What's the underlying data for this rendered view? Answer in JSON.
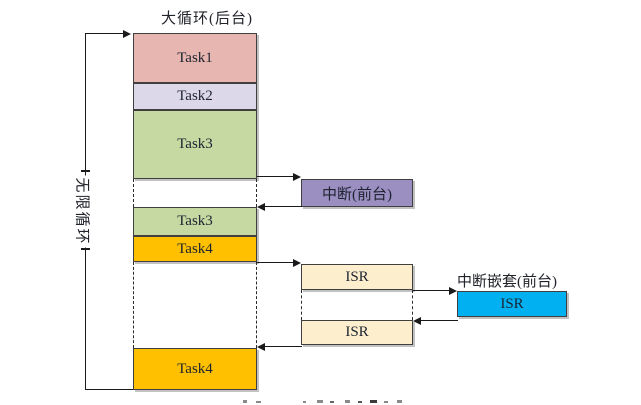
{
  "title": "大循环(后台)",
  "infinite_loop_label": "无限循环",
  "stack": {
    "items": [
      {
        "label": "Task1",
        "color": "#e7b6b0"
      },
      {
        "label": "Task2",
        "color": "#dcd8ea"
      },
      {
        "label": "Task3",
        "color": "#c6d9a3"
      },
      {
        "label": "Task3",
        "color": "#c6d9a3"
      },
      {
        "label": "Task4",
        "color": "#ffc000"
      },
      {
        "label": "Task4",
        "color": "#ffc000"
      }
    ]
  },
  "interrupt": {
    "label": "中断(前台)",
    "color": "#9b8ec0"
  },
  "isr": {
    "first": {
      "label": "ISR",
      "color": "#fdeecd"
    },
    "second": {
      "label": "ISR",
      "color": "#fdeecd"
    }
  },
  "nested_interrupt": {
    "title": "中断嵌套(前台)",
    "isr_label": "ISR",
    "color": "#00b0f0"
  },
  "line_color": "#1a1a1a"
}
